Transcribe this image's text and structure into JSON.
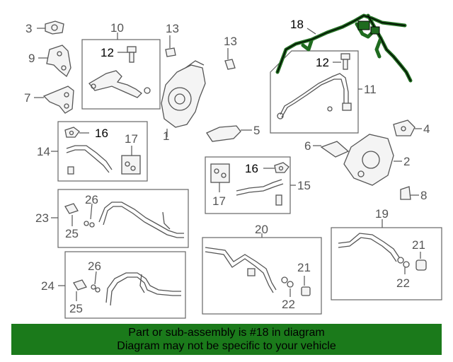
{
  "diagram": {
    "callouts": {
      "c1": "1",
      "c2": "2",
      "c3": "3",
      "c4": "4",
      "c5": "5",
      "c6": "6",
      "c7": "7",
      "c8": "8",
      "c9": "9",
      "c10": "10",
      "c11": "11",
      "c12a": "12",
      "c12b": "12",
      "c13a": "13",
      "c13b": "13",
      "c14": "14",
      "c15": "15",
      "c16a": "16",
      "c16b": "16",
      "c17a": "17",
      "c17b": "17",
      "c18": "18",
      "c19": "19",
      "c20": "20",
      "c21a": "21",
      "c21b": "21",
      "c22a": "22",
      "c22b": "22",
      "c23": "23",
      "c24": "24",
      "c25a": "25",
      "c25b": "25",
      "c26a": "26",
      "c26b": "26"
    },
    "highlight_color": "#1f6b1f"
  },
  "banner": {
    "line1": "Part or sub-assembly is #18 in diagram",
    "line2": "Diagram may not be specific to your vehicle",
    "background": "#1b7a1b"
  }
}
